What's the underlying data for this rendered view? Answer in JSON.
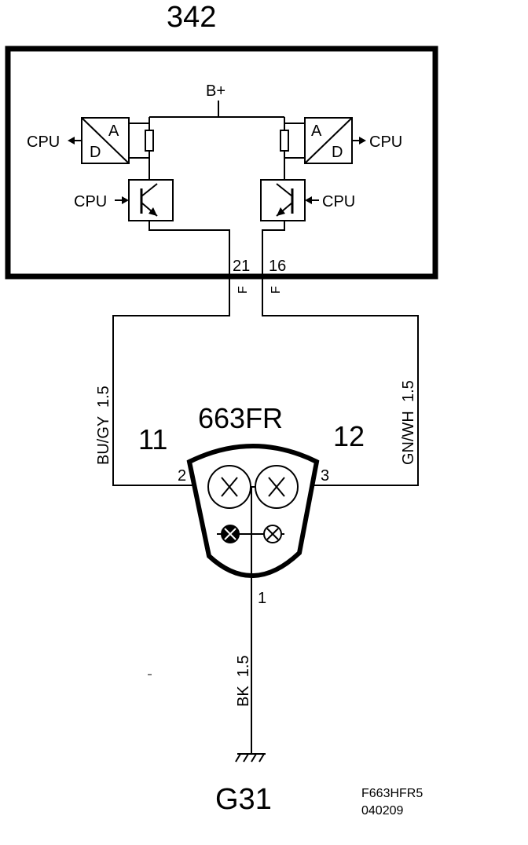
{
  "control_unit": {
    "label": "342",
    "supply": "B+",
    "cpu": "CPU",
    "adc_a": "A",
    "adc_d": "D",
    "pin_left": "21",
    "pin_right": "16",
    "pin_flag": "F"
  },
  "lamp": {
    "label": "663FR",
    "left_num": "11",
    "right_num": "12",
    "pin_left": "2",
    "pin_right": "3",
    "pin_bottom": "1"
  },
  "wires": {
    "left": "BU/GY  1.5",
    "right": "GN/WH  1.5",
    "ground": "BK  1.5"
  },
  "ground": {
    "label": "G31"
  },
  "footer": {
    "code": "F663HFR5",
    "date": "040209"
  }
}
